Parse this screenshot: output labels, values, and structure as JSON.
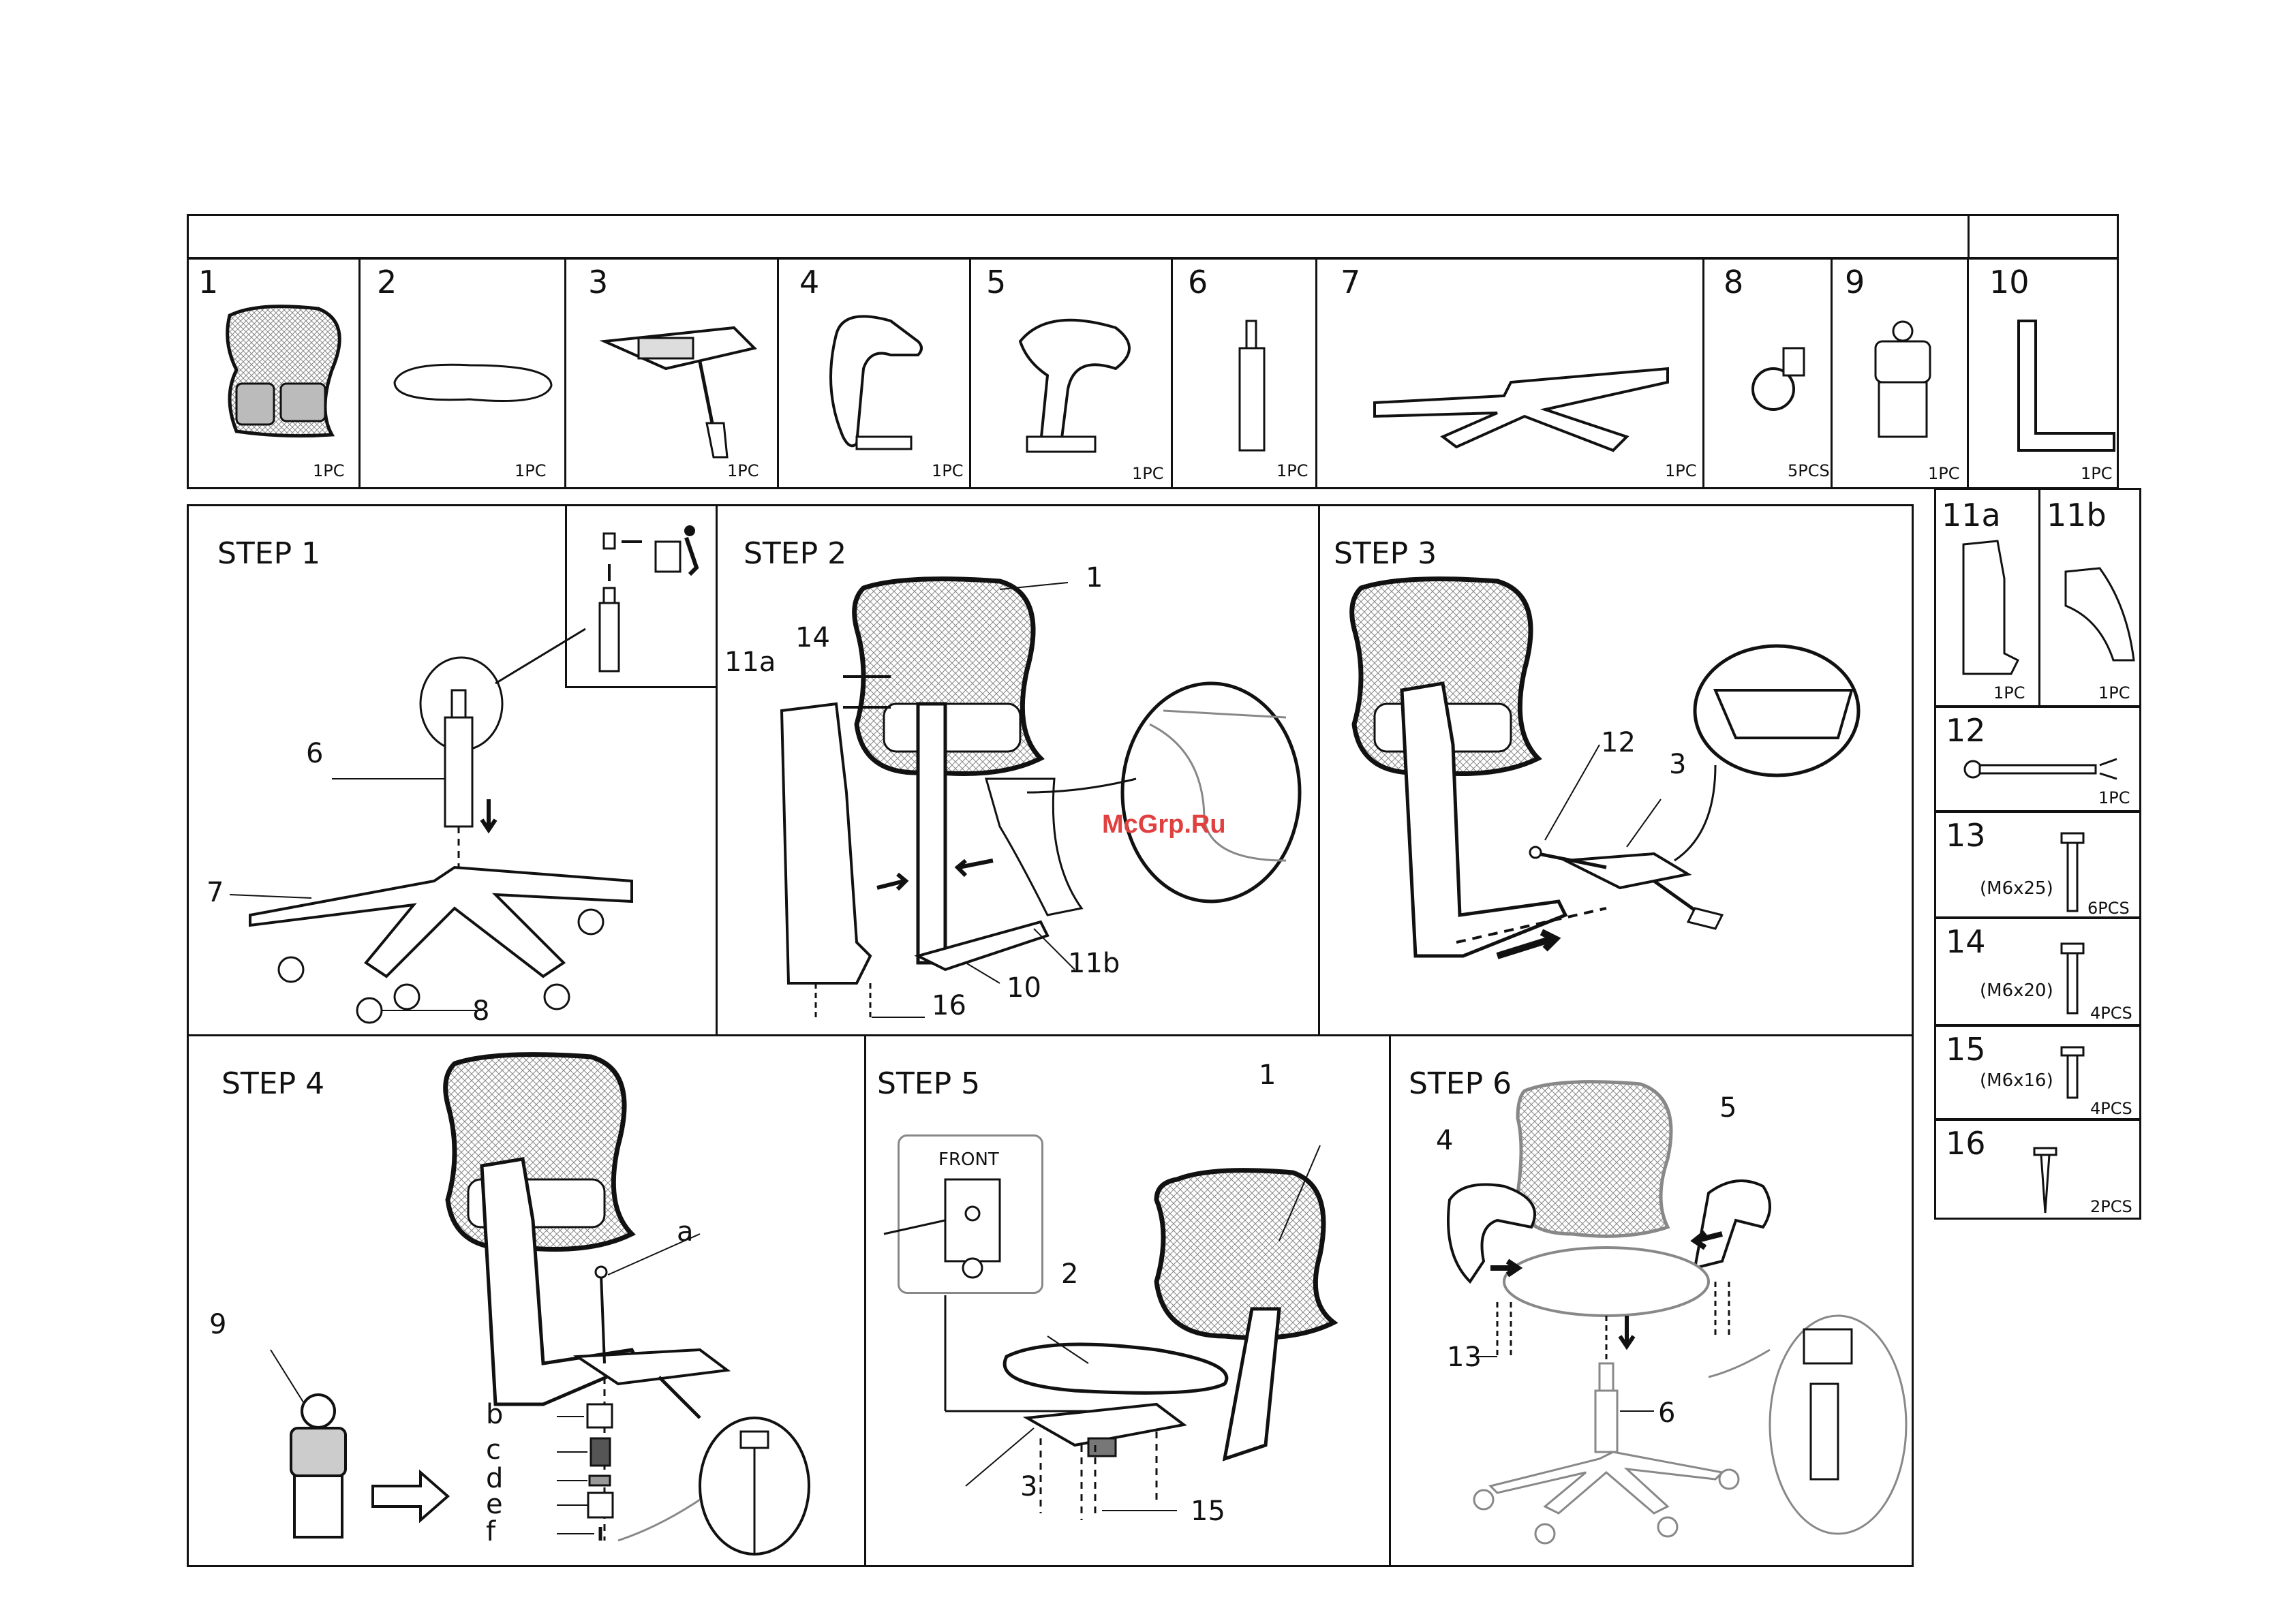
{
  "parts": [
    {
      "num": "1",
      "qty": "1PC"
    },
    {
      "num": "2",
      "qty": "1PC"
    },
    {
      "num": "3",
      "qty": "1PC"
    },
    {
      "num": "4",
      "qty": "1PC"
    },
    {
      "num": "5",
      "qty": "1PC"
    },
    {
      "num": "6",
      "qty": "1PC"
    },
    {
      "num": "7",
      "qty": "1PC"
    },
    {
      "num": "8",
      "qty": "5PCS"
    },
    {
      "num": "9",
      "qty": "1PC"
    },
    {
      "num": "10",
      "qty": "1PC"
    }
  ],
  "side_parts": [
    {
      "num": "11a",
      "qty": "1PC"
    },
    {
      "num": "11b",
      "qty": "1PC"
    },
    {
      "num": "12",
      "qty": "1PC"
    },
    {
      "num": "13",
      "size": "(M6x25)",
      "qty": "6PCS"
    },
    {
      "num": "14",
      "size": "(M6x20)",
      "qty": "4PCS"
    },
    {
      "num": "15",
      "size": "(M6x16)",
      "qty": "4PCS"
    },
    {
      "num": "16",
      "qty": "2PCS"
    }
  ],
  "steps": {
    "s1": {
      "title": "STEP 1",
      "labels": [
        "6",
        "7",
        "8"
      ]
    },
    "s2": {
      "title": "STEP 2",
      "labels": [
        "1",
        "14",
        "11a",
        "10",
        "11b",
        "16"
      ]
    },
    "s3": {
      "title": "STEP 3",
      "labels": [
        "12",
        "3"
      ]
    },
    "s4": {
      "title": "STEP 4",
      "labels": [
        "9",
        "a",
        "b",
        "c",
        "d",
        "e",
        "f"
      ]
    },
    "s5": {
      "title": "STEP 5",
      "front": "FRONT",
      "labels": [
        "1",
        "2",
        "3",
        "15"
      ]
    },
    "s6": {
      "title": "STEP 6",
      "labels": [
        "4",
        "5",
        "13",
        "6"
      ]
    }
  },
  "watermark": "McGrp.Ru"
}
